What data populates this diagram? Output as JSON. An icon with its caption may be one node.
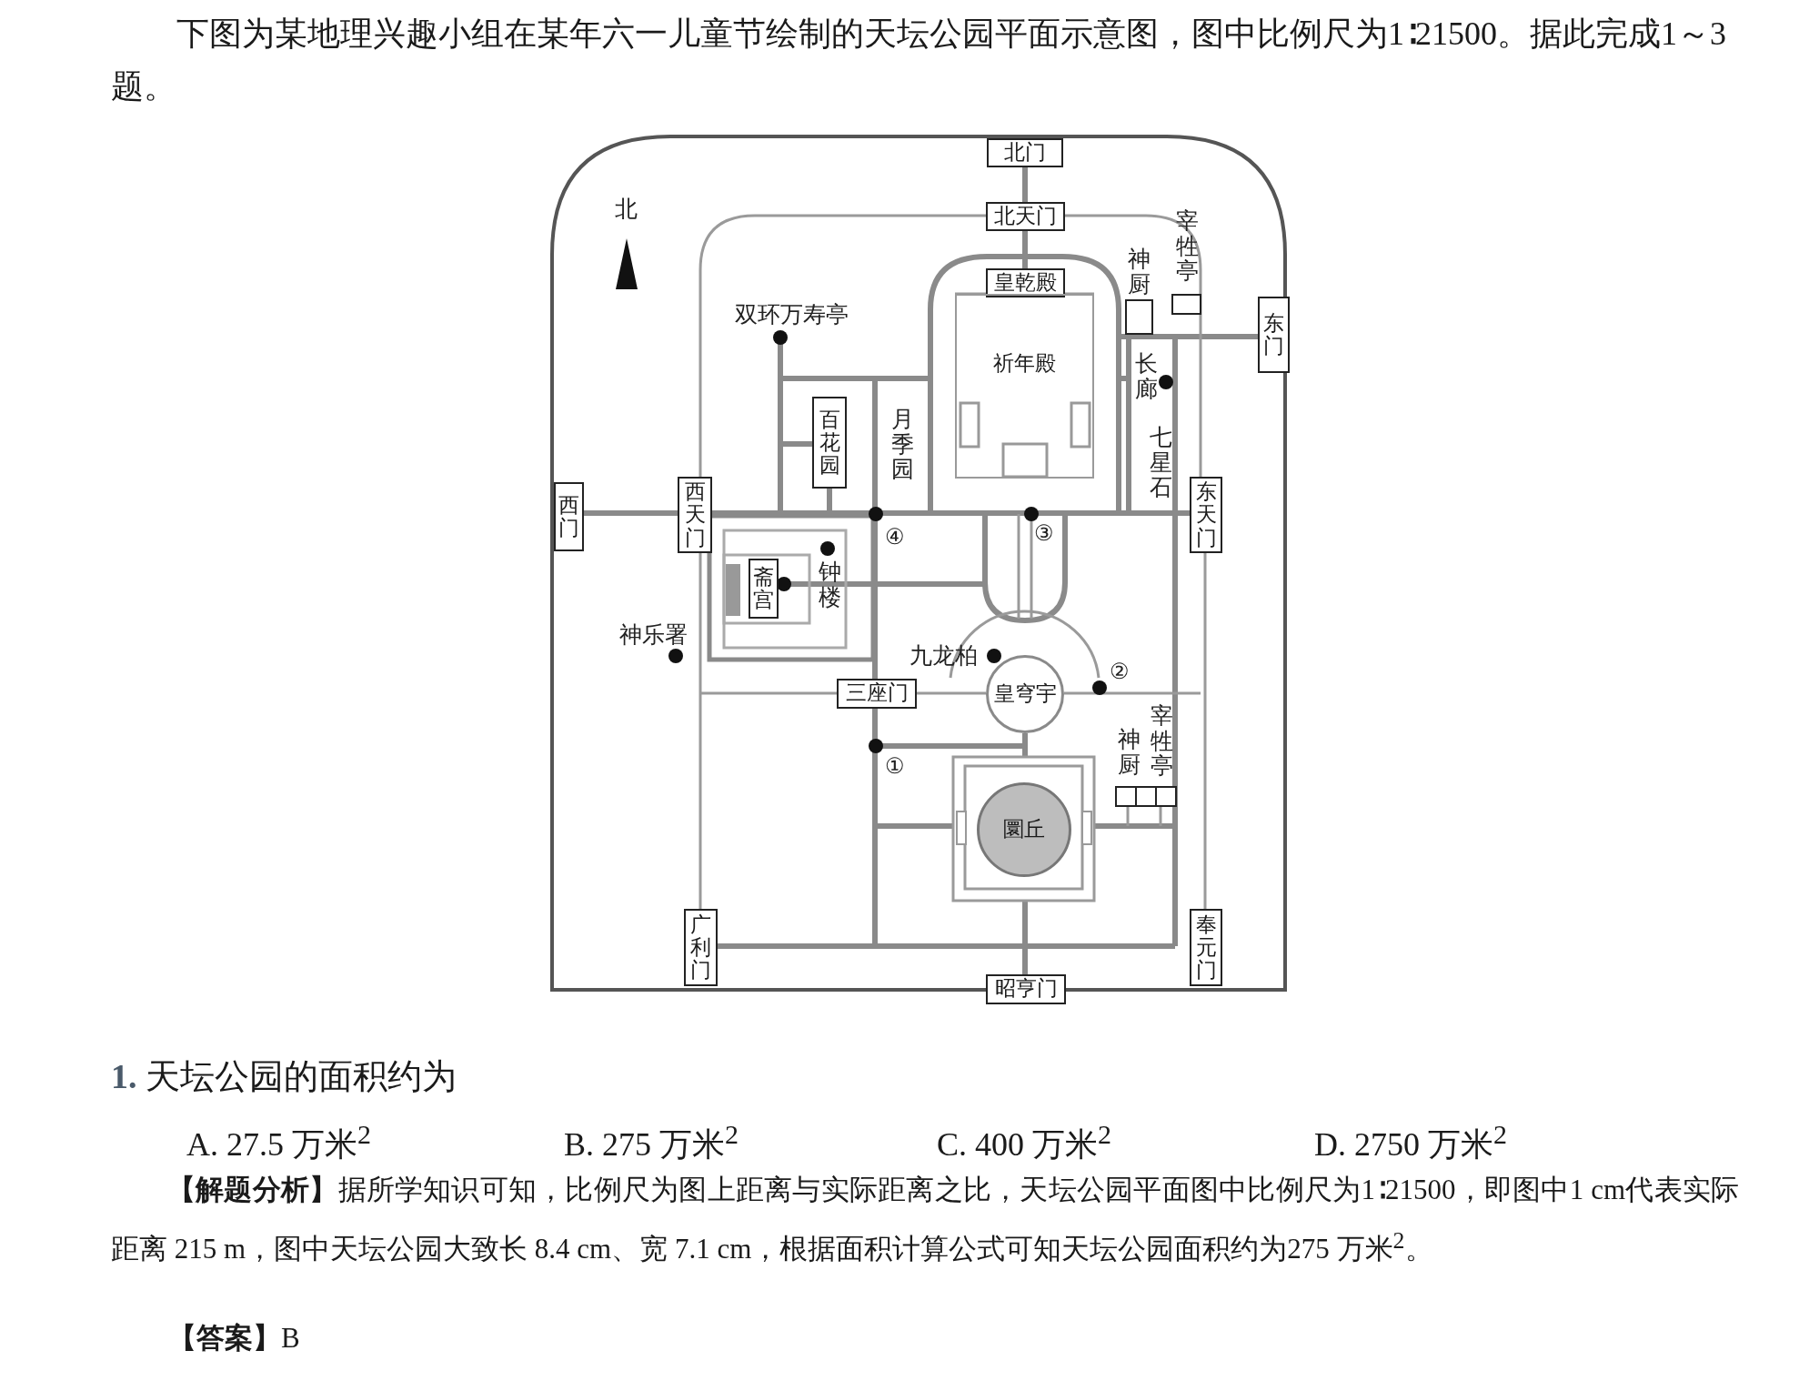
{
  "diagram": {
    "nodes": [
      {
        "text": [
          "北门"
        ]
      },
      {
        "text": [
          "北天门"
        ]
      },
      {
        "text": [
          "皇乾殿"
        ]
      },
      {
        "text": [],
        "shape": "box",
        "beside": [
          "神厨"
        ]
      },
      {
        "text": [],
        "shape": "box",
        "beside": [
          "宰牲亭"
        ]
      },
      {
        "text": [
          "东门"
        ]
      },
      {
        "text": [
          "祈年殿"
        ]
      },
      {
        "text": [
          "百花园"
        ]
      },
      {
        "text": [
          "西门"
        ]
      },
      {
        "text": [
          "西天门"
        ]
      },
      {
        "text": [
          "东天门"
        ]
      },
      {
        "text": [
          "斋宫"
        ]
      },
      {
        "text": [
          "三座门"
        ]
      },
      {
        "text": [
          "皇穹宇"
        ]
      },
      {
        "text": [],
        "shape": "box",
        "beside": [
          "神厨",
          "宰牲亭"
        ]
      },
      {
        "text": [
          "圜丘"
        ]
      },
      {
        "text": [
          "广利门"
        ]
      },
      {
        "text": [
          "奉元门"
        ]
      },
      {
        "text": [
          "昭亨门"
        ]
      }
    ],
    "labels": [
      "下图为某地理兴趣小组在某年六一儿童节绘制的天坛公园平面示意图，图中比例尺为1∶21500。据此完成1～3题。",
      "北",
      "双环万寿亭",
      "长廊",
      "月季园",
      "七星石",
      "④",
      "③",
      "钟楼",
      "神乐署",
      "九龙柏",
      "②",
      "①",
      "**1.** 天坛公园的面积约为",
      "A. 27.5 万米$^{2}$",
      "B. 275 万米$^{2}$",
      "C. 400 万米$^{2}$",
      "D. 2750 万米$^{2}$",
      "**【解题分析】**据所学知识可知，比例尺为图上距离与实际距离之比，天坛公园平面图中比例尺为1∶21500，即图中1 cm代表实际距离 215 m，图中天坛公园大致长 8.4 cm、宽 7.1 cm，根据面积计算公式可知天坛公园面积约为275 万米$^{2}$。",
      "**【答案】**B"
    ]
  }
}
